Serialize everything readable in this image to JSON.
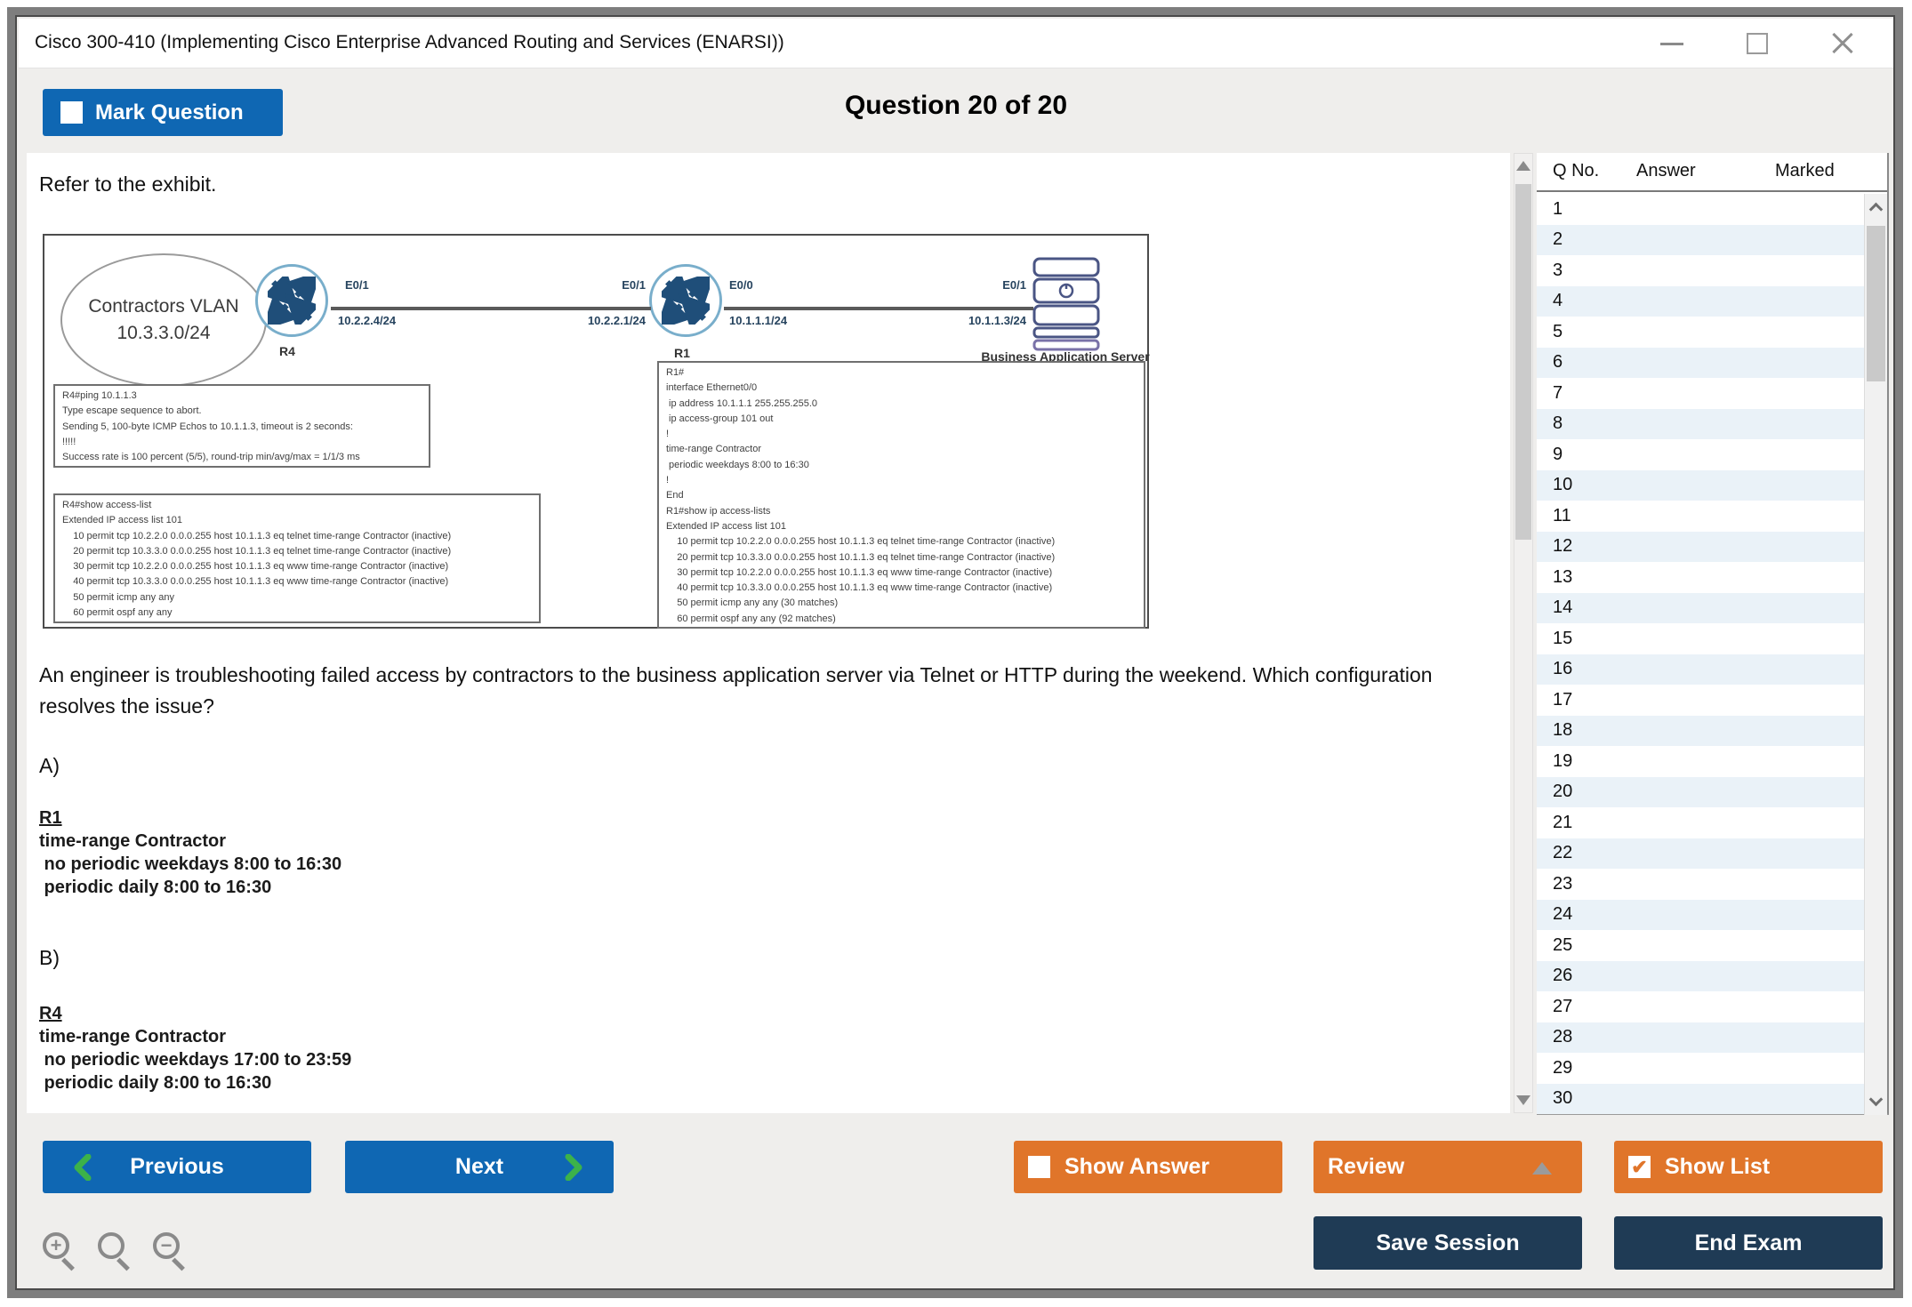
{
  "window": {
    "title": "Cisco 300-410 (Implementing Cisco Enterprise Advanced Routing and Services (ENARSI))"
  },
  "header": {
    "mark_question_label": "Mark Question",
    "question_counter": "Question 20 of 20"
  },
  "main": {
    "refer_text": "Refer to the exhibit.",
    "question_text": "An engineer is troubleshooting failed access by contractors to the business application server via Telnet or HTTP during the weekend. Which configuration resolves the issue?",
    "exhibit": {
      "contractors_vlan": {
        "name": "Contractors VLAN",
        "subnet": "10.3.3.0/24"
      },
      "r4": {
        "name": "R4",
        "interface": "E0/1",
        "ip": "10.2.2.4/24"
      },
      "r1": {
        "name": "R1",
        "left_interface": "E0/1",
        "left_ip": "10.2.2.1/24",
        "right_interface": "E0/0",
        "right_ip": "10.1.1.1/24"
      },
      "server": {
        "name": "Business Application Server",
        "interface": "E0/1",
        "ip": "10.1.1.3/24"
      },
      "ping_output": [
        "R4#ping 10.1.1.3",
        "Type escape sequence to abort.",
        "Sending 5, 100-byte ICMP Echos to 10.1.1.3, timeout is 2 seconds:",
        "!!!!!",
        "Success rate is 100 percent (5/5), round-trip min/avg/max = 1/1/3 ms"
      ],
      "r4_access_list": [
        "R4#show access-list",
        "Extended IP access list 101",
        "    10 permit tcp 10.2.2.0 0.0.0.255 host 10.1.1.3 eq telnet time-range Contractor (inactive)",
        "    20 permit tcp 10.3.3.0 0.0.0.255 host 10.1.1.3 eq telnet time-range Contractor (inactive)",
        "    30 permit tcp 10.2.2.0 0.0.0.255 host 10.1.1.3 eq www time-range Contractor (inactive)",
        "    40 permit tcp 10.3.3.0 0.0.0.255 host 10.1.1.3 eq www time-range Contractor (inactive)",
        "    50 permit icmp any any",
        "    60 permit ospf any any"
      ],
      "r1_config_output": [
        "R1#",
        "interface Ethernet0/0",
        " ip address 10.1.1.1 255.255.255.0",
        " ip access-group 101 out",
        "!",
        "time-range Contractor",
        " periodic weekdays 8:00 to 16:30",
        "!",
        "End",
        "R1#show ip access-lists",
        "Extended IP access list 101",
        "    10 permit tcp 10.2.2.0 0.0.0.255 host 10.1.1.3 eq telnet time-range Contractor (inactive)",
        "    20 permit tcp 10.3.3.0 0.0.0.255 host 10.1.1.3 eq telnet time-range Contractor (inactive)",
        "    30 permit tcp 10.2.2.0 0.0.0.255 host 10.1.1.3 eq www time-range Contractor (inactive)",
        "    40 permit tcp 10.3.3.0 0.0.0.255 host 10.1.1.3 eq www time-range Contractor (inactive)",
        "    50 permit icmp any any (30 matches)",
        "    60 permit ospf any any (92 matches)"
      ]
    },
    "options": [
      {
        "label": "A)",
        "device": "R1",
        "config": [
          "time-range Contractor",
          " no periodic weekdays 8:00 to 16:30",
          " periodic daily 8:00 to 16:30"
        ]
      },
      {
        "label": "B)",
        "device": "R4",
        "config": [
          "time-range Contractor",
          " no periodic weekdays 17:00 to 23:59",
          " periodic daily 8:00 to 16:30"
        ]
      }
    ]
  },
  "question_list": {
    "columns": [
      "Q No.",
      "Answer",
      "Marked"
    ],
    "row_numbers": [
      1,
      2,
      3,
      4,
      5,
      6,
      7,
      8,
      9,
      10,
      11,
      12,
      13,
      14,
      15,
      16,
      17,
      18,
      19,
      20,
      21,
      22,
      23,
      24,
      25,
      26,
      27,
      28,
      29,
      30
    ]
  },
  "footer": {
    "previous_label": "Previous",
    "next_label": "Next",
    "show_answer_label": "Show Answer",
    "review_label": "Review",
    "show_list_label": "Show List",
    "save_session_label": "Save Session",
    "end_exam_label": "End Exam"
  },
  "colors": {
    "primary_blue": "#0f67b3",
    "accent_green": "#3cb24a",
    "accent_orange": "#e0752a",
    "dark_navy": "#1f3b55",
    "row_alt_blue": "#eaf2f8"
  }
}
